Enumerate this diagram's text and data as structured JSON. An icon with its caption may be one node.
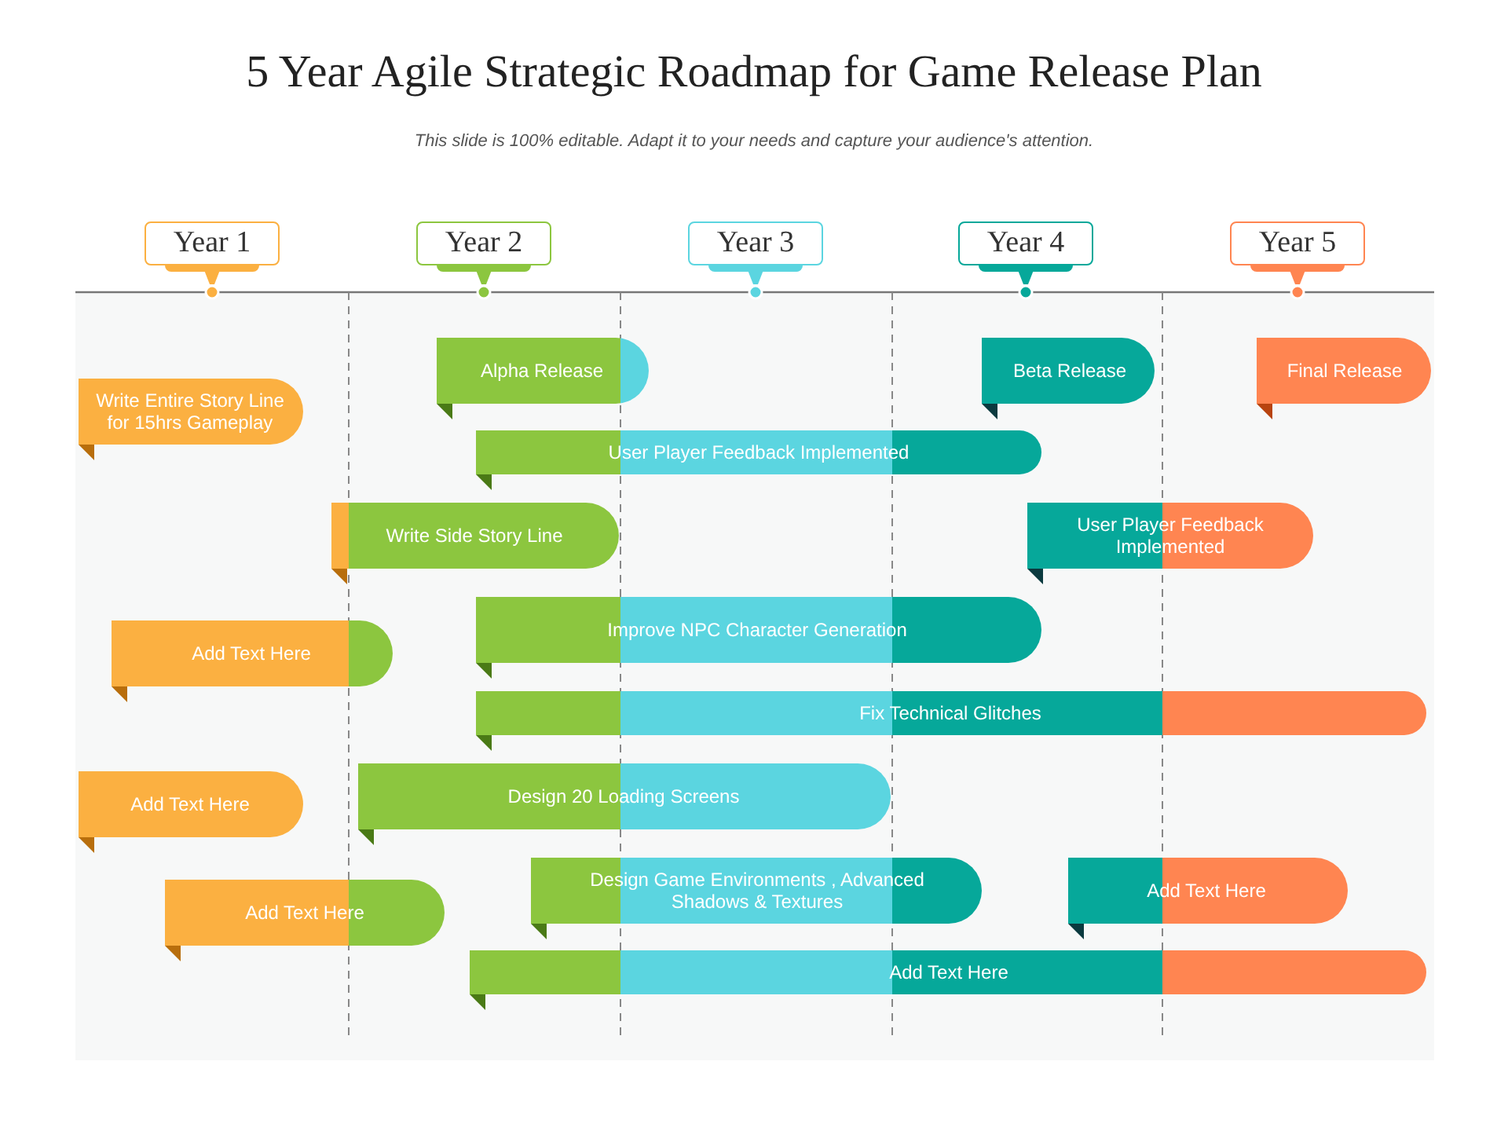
{
  "diagram": {
    "title": "5 Year Agile Strategic Roadmap for Game Release Plan",
    "nodes": [
      {
        "text": [
          "Year 1"
        ]
      },
      {
        "text": [
          "Year 2"
        ]
      },
      {
        "text": [
          "Year 3"
        ]
      },
      {
        "text": [
          "Year 4"
        ]
      },
      {
        "text": [
          "Year 5"
        ]
      },
      {
        "text": [
          "Alpha Release"
        ]
      },
      {
        "text": [
          "Beta Release"
        ]
      },
      {
        "text": [
          "Final Release"
        ]
      },
      {
        "text": [
          "Write Entire Story Line for 15hrs Gameplay"
        ]
      },
      {
        "text": [
          "User Player Feedback Implemented"
        ]
      },
      {
        "text": [
          "Write Side Story Line"
        ]
      },
      {
        "text": [
          "User Player Feedback Implemented"
        ]
      },
      {
        "text": [
          "Improve NPC Character Generation"
        ]
      },
      {
        "text": [
          "Add Text Here"
        ]
      },
      {
        "text": [
          "Fix Technical Glitches"
        ]
      },
      {
        "text": [
          "Design 20 Loading Screens"
        ]
      },
      {
        "text": [
          "Add Text Here"
        ]
      },
      {
        "text": [
          "Design Game Environments , Advanced Shadows & Textures"
        ]
      },
      {
        "text": [
          "Add Text Here"
        ]
      },
      {
        "text": [
          "Add Text Here"
        ]
      },
      {
        "text": [
          "Add Text Here"
        ]
      }
    ],
    "labels": [
      "This slide is 100% editable. Adapt it to your needs and capture your audience's attention."
    ]
  }
}
